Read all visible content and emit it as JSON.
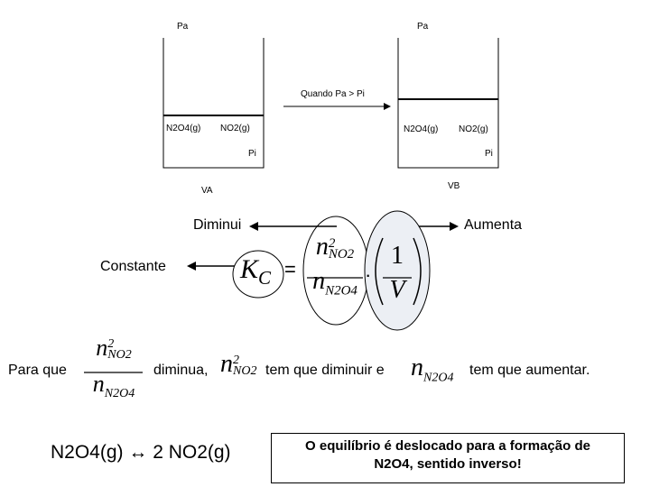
{
  "cylinder_left": {
    "top_pressure": "Pa",
    "species_1": "N2O4(g)",
    "species_2": "NO2(g)",
    "inner_pressure": "Pi",
    "volume": "VA"
  },
  "cylinder_right": {
    "top_pressure": "Pa",
    "species_1": "N2O4(g)",
    "species_2": "NO2(g)",
    "inner_pressure": "Pi",
    "volume": "VB"
  },
  "arrow_condition": "Quando Pa > Pi",
  "labels": {
    "diminui": "Diminui",
    "aumenta": "Aumenta",
    "constante": "Constante"
  },
  "equation": {
    "kc": "K",
    "kc_sub": "C",
    "eq": "=",
    "numerator": "n",
    "numerator_sub": "NO2",
    "numerator_sup": "2",
    "denominator": "n",
    "denominator_sub": "N2O4",
    "dot": "·",
    "one": "1",
    "v": "V"
  },
  "sentence": {
    "para_que": "Para que",
    "diminua": "diminua,",
    "tem_que_diminuir": "tem que diminuir e",
    "tem_que_aumentar": "tem que aumentar."
  },
  "reaction": "N2O4(g) ↔ 2 NO2(g)",
  "conclusion_line1": "O equilíbrio é deslocado para a formação de",
  "conclusion_line2": "N2O4, sentido inverso!"
}
